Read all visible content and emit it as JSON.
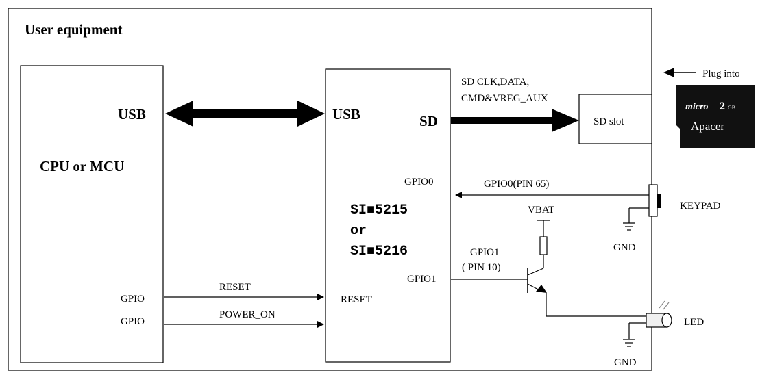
{
  "diagram": {
    "title": "User equipment",
    "cpu": {
      "usb_label": "USB",
      "name": "CPU or MCU",
      "gpio1_label": "GPIO",
      "gpio2_label": "GPIO"
    },
    "sim": {
      "usb_label": "USB",
      "sd_label": "SD",
      "gpio0_label": "GPIO0",
      "name_line1": "SI■5215",
      "name_line2": "or",
      "name_line3": "SI■5216",
      "gpio1_label": "GPIO1",
      "reset_label": "RESET"
    },
    "signals": {
      "sd_bus_line1": "SD CLK,DATA,",
      "sd_bus_line2": "CMD&VREG_AUX",
      "reset": "RESET",
      "power_on": "POWER_ON",
      "gpio0_pin": "GPIO0(PIN 65)",
      "gpio1_line1": "GPIO1",
      "gpio1_line2": "( PIN 10)",
      "vbat": "VBAT"
    },
    "sd_slot": "SD slot",
    "plug_into": "Plug into",
    "sd_card": {
      "brand_top": "micro",
      "capacity": "2",
      "capacity_unit": "GB",
      "brand": "Apacer"
    },
    "keypad": "KEYPAD",
    "led": "LED",
    "gnd_top": "GND",
    "gnd_bottom": "GND"
  }
}
